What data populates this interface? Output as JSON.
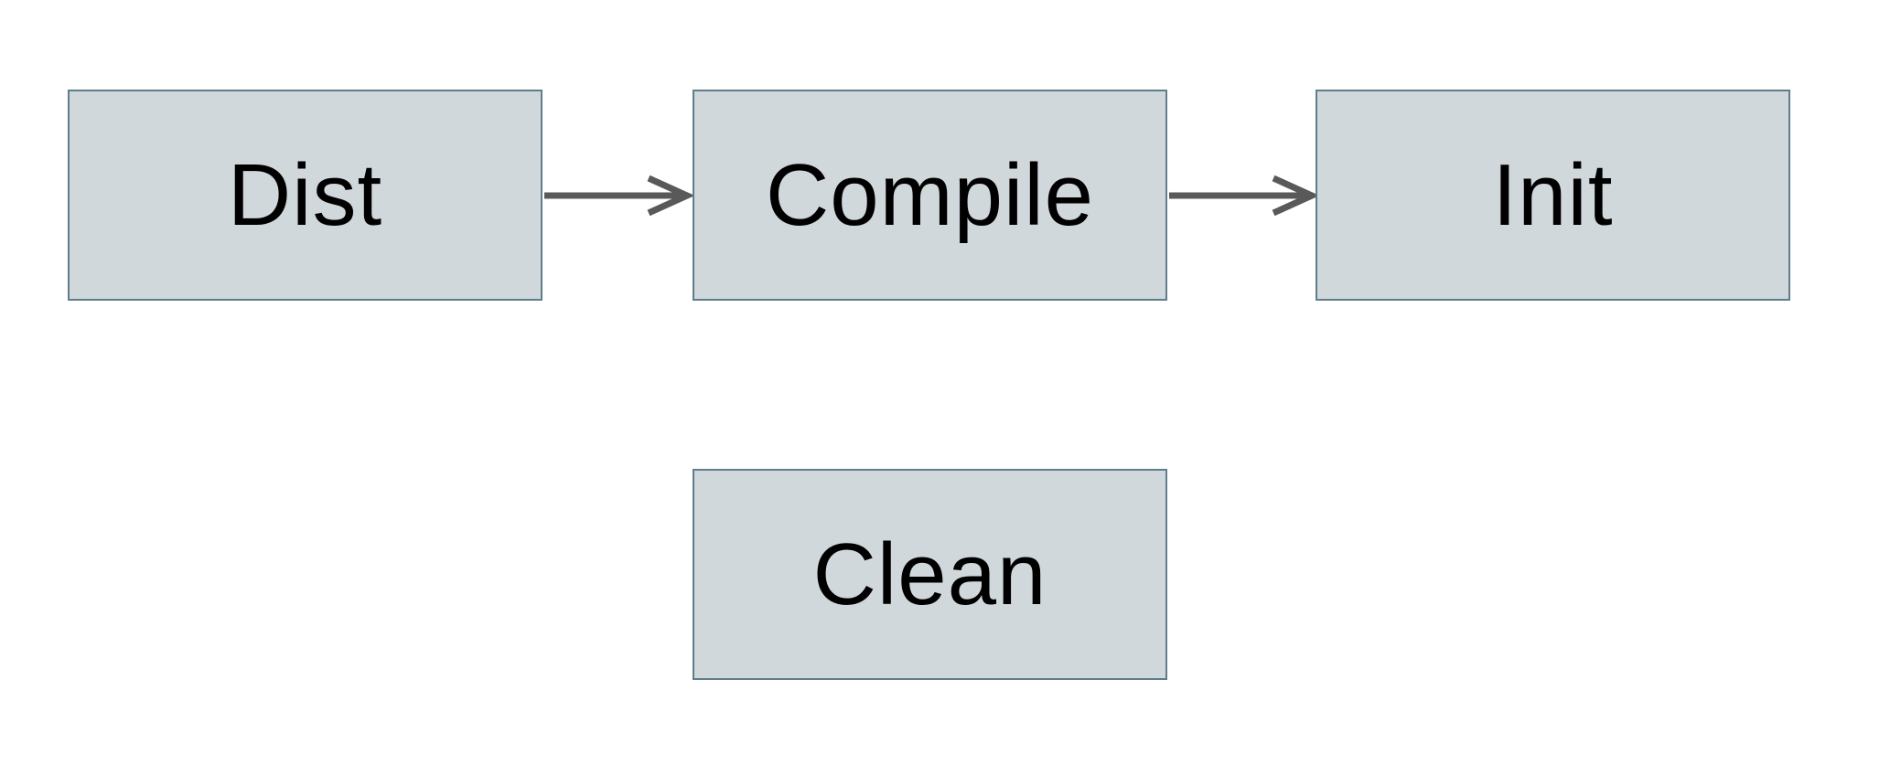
{
  "diagram": {
    "type": "flowchart",
    "background": "#ffffff",
    "nodes": [
      {
        "id": "dist",
        "label": "Dist"
      },
      {
        "id": "compile",
        "label": "Compile"
      },
      {
        "id": "init",
        "label": "Init"
      },
      {
        "id": "clean",
        "label": "Clean"
      }
    ],
    "edges": [
      {
        "from": "Dist",
        "to": "Compile",
        "style": "arrow-right"
      },
      {
        "from": "Compile",
        "to": "Init",
        "style": "arrow-right"
      }
    ],
    "colors": {
      "node_fill": "#d0d8dc",
      "node_border": "#607d8b",
      "node_text": "#000000",
      "arrow": "#595959"
    }
  }
}
